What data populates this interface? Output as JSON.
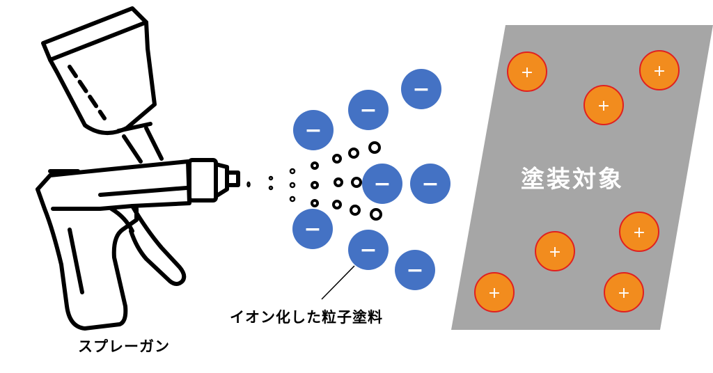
{
  "labels": {
    "spray_gun": "スプレーガン",
    "ionized_particles": "イオン化した粒子塗料",
    "target": "塗装対象"
  },
  "charges": {
    "negative_symbol": "−",
    "positive_symbol": "+"
  },
  "colors": {
    "negative_particle": "#4472c4",
    "positive_charge": "#f28c1e",
    "positive_border": "#e02020",
    "target_panel": "#a6a6a6",
    "line": "#000000"
  }
}
